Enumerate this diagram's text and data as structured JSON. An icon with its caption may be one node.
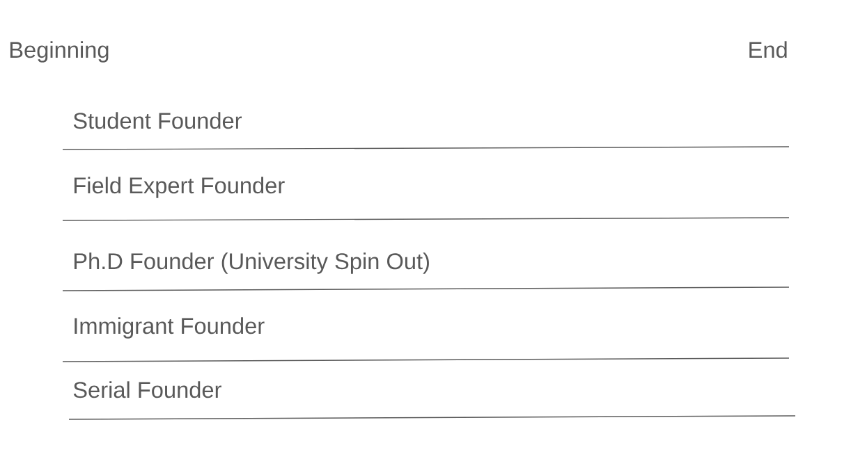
{
  "diagram": {
    "labels": [
      "Beginning",
      "End",
      "Student Founder",
      "Field Expert Founder",
      "Ph.D Founder (University Spin Out)",
      "Immigrant Founder",
      "Serial Founder"
    ]
  }
}
